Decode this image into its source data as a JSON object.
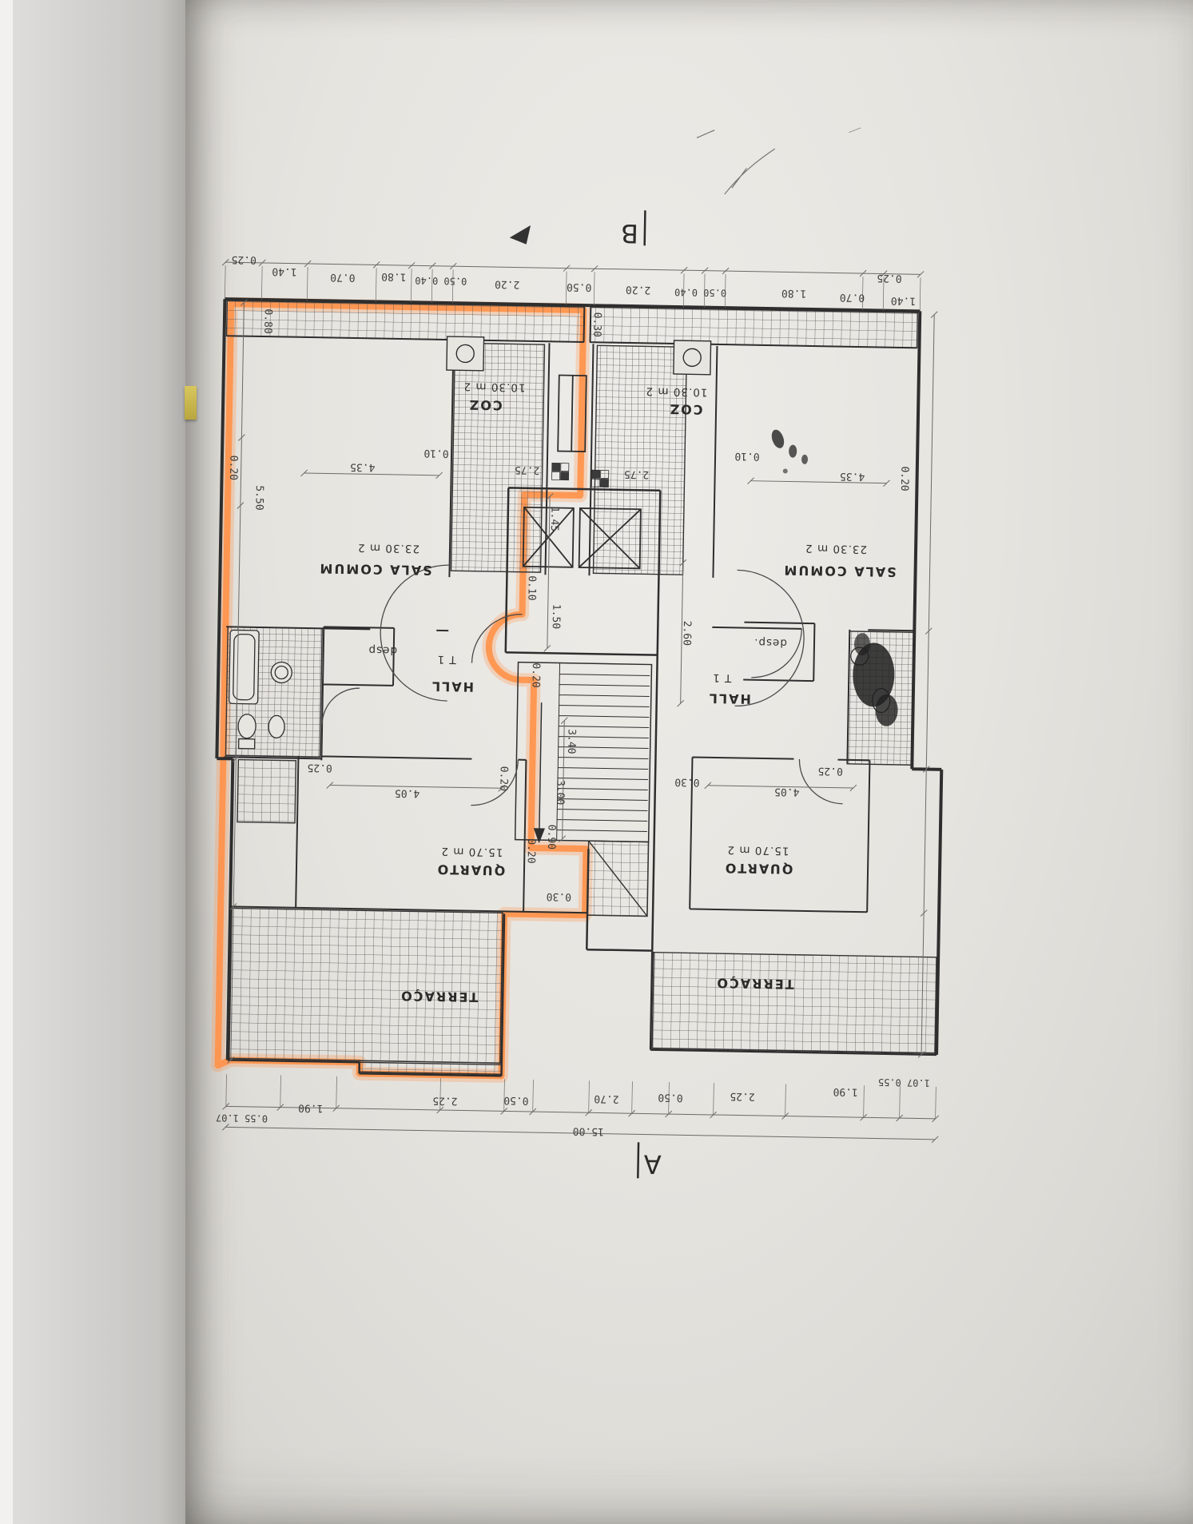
{
  "colors": {
    "highlight": "#ff9148",
    "paper": "#e7e5e0",
    "ink": "#2e2e2e"
  },
  "markers": {
    "b": "B",
    "a": "A"
  },
  "rooms": {
    "sala_left_name": "SALA COMUM",
    "sala_left_area": "23.30 m 2",
    "sala_right_name": "SALA COMUM",
    "sala_right_area": "23.30 m 2",
    "coz_left_name": "COZ",
    "coz_left_area": "10.30 m 2",
    "coz_right_name": "COZ",
    "coz_right_area": "10.30 m 2",
    "hall_left": "HALL",
    "hall_right": "HALL",
    "unit_left": "T 1",
    "unit_right": "T 1",
    "desp_left": "desp",
    "desp_right": "desp.",
    "quarto_left_name": "QUARTO",
    "quarto_left_area": "15.70 m 2",
    "quarto_right_name": "QUARTO",
    "quarto_right_area": "15.70 m 2",
    "terraco_left": "TERRAÇO",
    "terraco_right": "TERRAÇO"
  },
  "dims": {
    "top": [
      "0.25",
      "1.40",
      "0.70",
      "1.80",
      "0.50 0.40",
      "2.20",
      "0.50",
      "2.20",
      "0.50 0.40",
      "1.80",
      "0.70",
      "1.40",
      "0.25"
    ],
    "upper": [
      "0.80",
      "0.30",
      "0.20",
      "5.50",
      "4.35",
      "0.10",
      "2.75",
      "2.75",
      "0.10",
      "4.35",
      "0.20"
    ],
    "center": [
      "1.45",
      "0.10",
      "1.50",
      "0.20",
      "2.60",
      "3.40",
      "3.00",
      "0.20",
      "0.90",
      "0.20",
      "0.30"
    ],
    "mid": [
      "0.25",
      "4.05",
      "0.30",
      "4.05",
      "0.25"
    ],
    "bottom": [
      "0.55 1.07",
      "1.90",
      "2.25",
      "0.50",
      "2.70",
      "0.50",
      "2.25",
      "1.90",
      "1.07 0.55"
    ],
    "overall": "15.00"
  }
}
